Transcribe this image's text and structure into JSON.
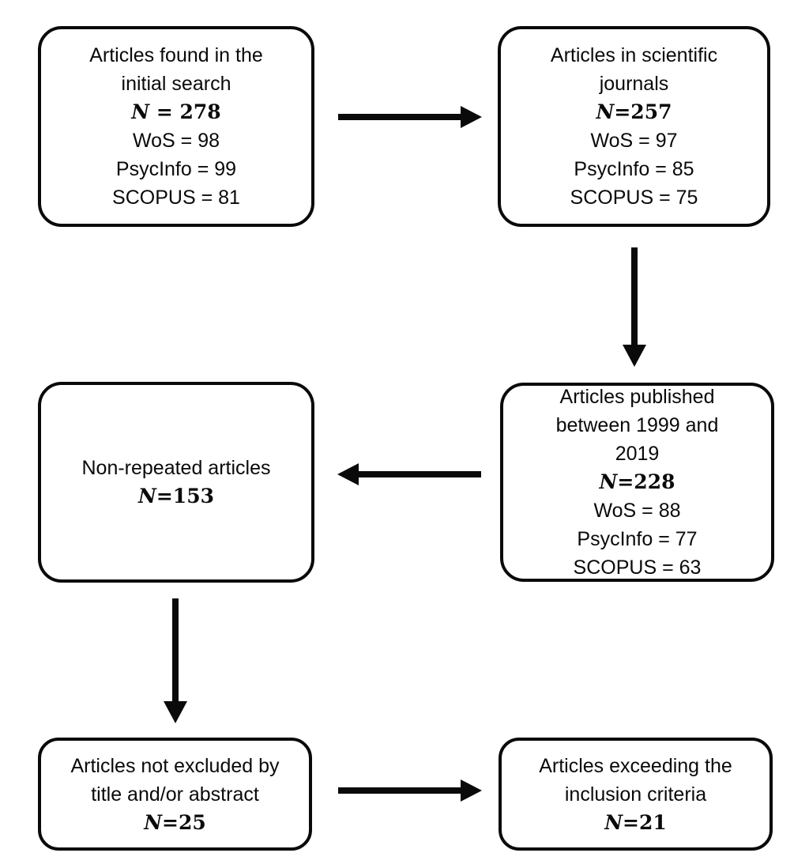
{
  "figure": {
    "type": "flow-diagram",
    "background_color": "#ffffff",
    "ink_color": "#0a0a0a"
  },
  "boxes": [
    {
      "id": "initial-search",
      "title": "Articles found in the\ninitial search",
      "n_symbol": "N",
      "n_value": " = 278",
      "details": [
        "WoS = 98",
        "PsycInfo = 99",
        "SCOPUS = 81"
      ]
    },
    {
      "id": "scientific-journals",
      "title": "Articles in scientific\njournals",
      "n_symbol": "N",
      "n_value": "=257",
      "details": [
        "WoS = 97",
        "PsycInfo = 85",
        "SCOPUS = 75"
      ]
    },
    {
      "id": "published-1999-2019",
      "title": "Articles published\nbetween 1999 and\n2019",
      "n_symbol": "N",
      "n_value": "=228",
      "details": [
        "WoS = 88",
        "PsycInfo = 77",
        "SCOPUS = 63"
      ]
    },
    {
      "id": "non-repeated",
      "title": "Non-repeated articles",
      "n_symbol": "N",
      "n_value": "=153",
      "details": []
    },
    {
      "id": "not-excluded-title-abstract",
      "title": "Articles not excluded by\ntitle and/or abstract",
      "n_symbol": "N",
      "n_value": "=25",
      "details": []
    },
    {
      "id": "inclusion-criteria",
      "title": "Articles exceeding the\ninclusion criteria",
      "n_symbol": "N",
      "n_value": "=21",
      "details": []
    }
  ],
  "connectors": [
    {
      "from": "initial-search",
      "to": "scientific-journals",
      "direction": "right"
    },
    {
      "from": "scientific-journals",
      "to": "published-1999-2019",
      "direction": "down"
    },
    {
      "from": "published-1999-2019",
      "to": "non-repeated",
      "direction": "left"
    },
    {
      "from": "non-repeated",
      "to": "not-excluded-title-abstract",
      "direction": "down"
    },
    {
      "from": "not-excluded-title-abstract",
      "to": "inclusion-criteria",
      "direction": "right"
    }
  ]
}
